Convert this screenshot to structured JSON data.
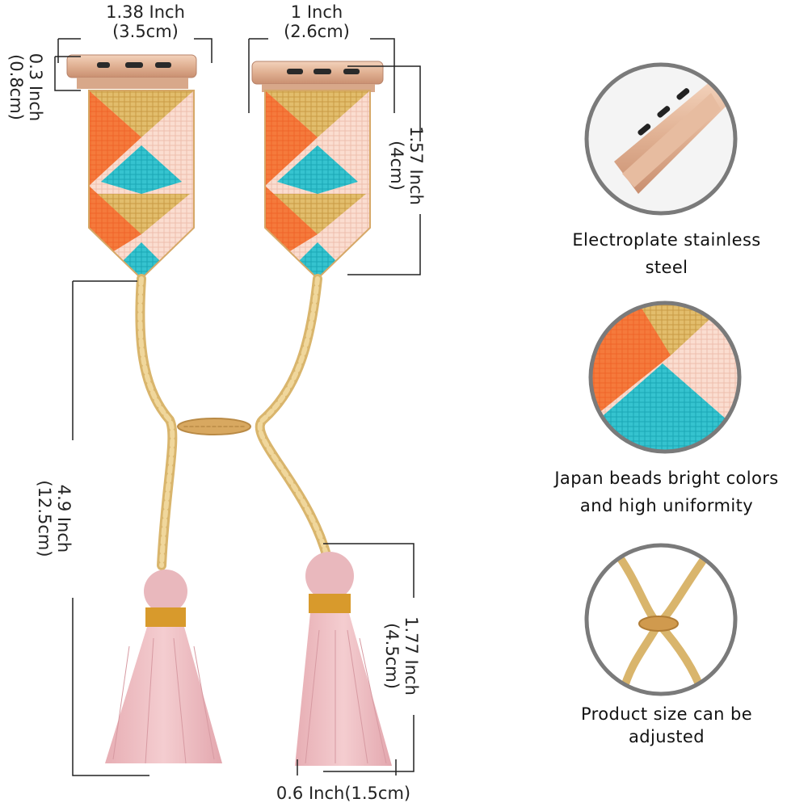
{
  "dimensions": {
    "top_left_width": [
      "1.38 Inch",
      "(3.5cm)"
    ],
    "top_right_width": [
      "1 Inch",
      "(2.6cm)"
    ],
    "connector_height": [
      "0.3 Inch",
      "(0.8cm)"
    ],
    "panel_height": [
      "1.57 Inch",
      "(4cm)"
    ],
    "cord_length": [
      "4.9 Inch",
      "(12.5cm)"
    ],
    "tassel_length": [
      "1.77 Inch",
      "(4.5cm)"
    ],
    "tassel_width": "0.6 Inch(1.5cm)"
  },
  "features": [
    {
      "caption": [
        "Electroplate stainless",
        "steel"
      ],
      "icon": "connector-closeup-image"
    },
    {
      "caption": [
        "Japan beads bright colors",
        "and high uniformity"
      ],
      "icon": "beads-closeup-image"
    },
    {
      "caption": [
        "Product size can be",
        "adjusted"
      ],
      "icon": "adjustable-knot-image"
    }
  ],
  "colors": {
    "orange": "#f0652a",
    "turquoise": "#27b8c4",
    "gold": "#d9b15e",
    "blush": "#f7d4c4",
    "rose_gold": "#e3b99b",
    "cord": "#e8c982",
    "tassel": "#ecbcc0"
  }
}
